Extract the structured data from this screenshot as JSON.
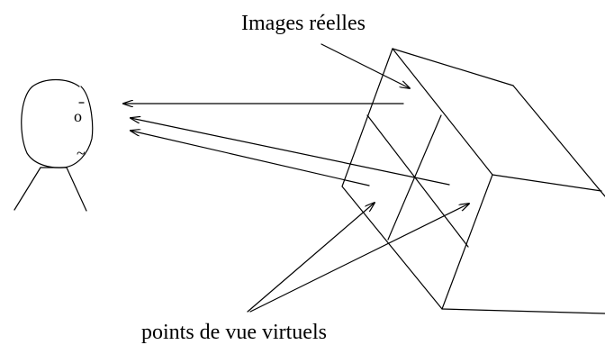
{
  "diagram": {
    "labels": {
      "top": "Images réelles",
      "bottom": "points de vue virtuels"
    },
    "observer": {
      "eye_glyph": "o",
      "mouth_glyph": "~"
    },
    "colors": {
      "ink": "#000000",
      "background": "#ffffff"
    }
  }
}
